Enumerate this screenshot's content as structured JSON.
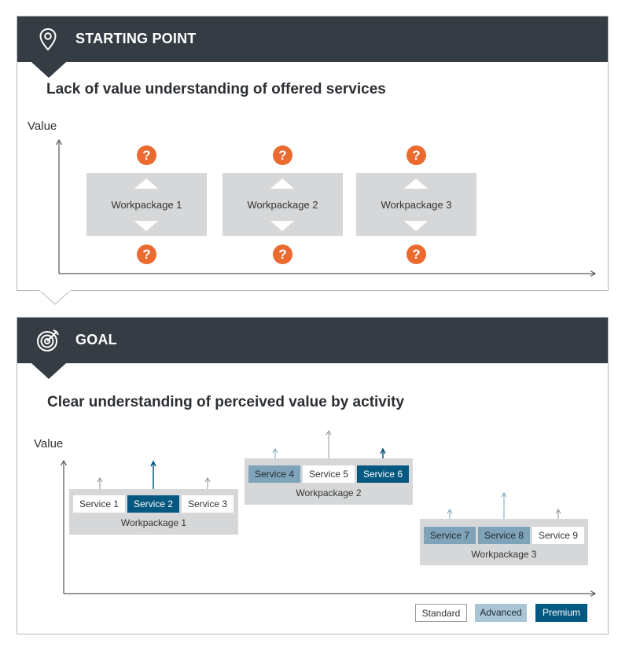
{
  "starting": {
    "header_title": "STARTING POINT",
    "icon": "location-pin-icon",
    "title": "Lack of value understanding of offered services",
    "axis_label": "Value",
    "question_mark": "?",
    "workpackages": [
      "Workpackage 1",
      "Workpackage 2",
      "Workpackage 3"
    ]
  },
  "goal": {
    "header_title": "GOAL",
    "icon": "target-icon",
    "title": "Clear understanding of perceived value by activity",
    "axis_label": "Value",
    "workpackages": [
      {
        "label": "Workpackage 1",
        "services": [
          {
            "name": "Service 1",
            "tier": "standard"
          },
          {
            "name": "Service 2",
            "tier": "premium"
          },
          {
            "name": "Service 3",
            "tier": "standard"
          }
        ]
      },
      {
        "label": "Workpackage 2",
        "services": [
          {
            "name": "Service 4",
            "tier": "advanced"
          },
          {
            "name": "Service 5",
            "tier": "standard"
          },
          {
            "name": "Service 6",
            "tier": "premium"
          }
        ]
      },
      {
        "label": "Workpackage 3",
        "services": [
          {
            "name": "Service 7",
            "tier": "advanced"
          },
          {
            "name": "Service 8",
            "tier": "advanced"
          },
          {
            "name": "Service 9",
            "tier": "standard"
          }
        ]
      }
    ],
    "legend": {
      "standard": "Standard",
      "advanced": "Advanced",
      "premium": "Premium"
    }
  },
  "colors": {
    "header_bg": "#353c43",
    "question_orange": "#ea6a2f",
    "workpackage_gray": "#d5d7d9",
    "standard": "#ffffff",
    "advanced": "#7fa3b8",
    "premium": "#05587f"
  }
}
